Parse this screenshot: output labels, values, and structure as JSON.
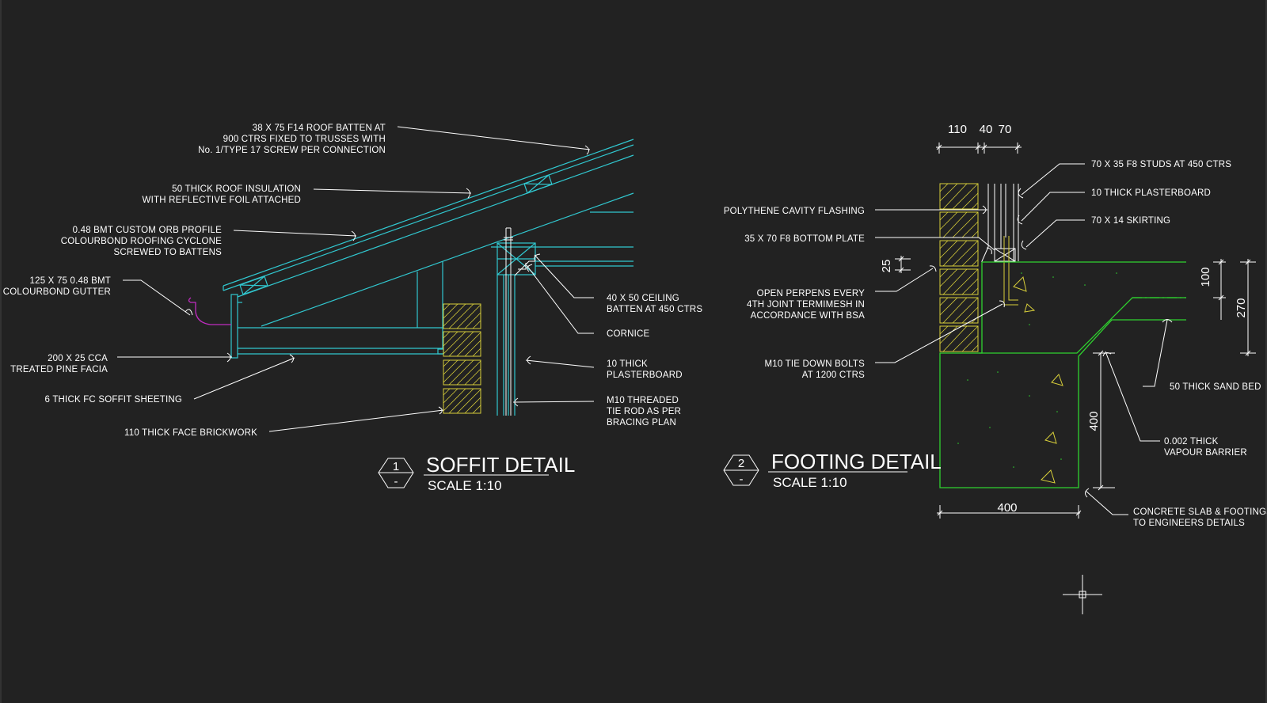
{
  "colors": {
    "background": "#222222",
    "timber": "#31c7cf",
    "concrete": "#2fd12f",
    "brick": "#d8cf3a",
    "gutter": "#c02cc0",
    "text": "#ffffff"
  },
  "soffit": {
    "title": "SOFFIT DETAIL",
    "scale": "SCALE 1:10",
    "number": "1",
    "sheet": "-",
    "labels": {
      "roof_batten": [
        "38 X 75 F14 ROOF BATTEN AT",
        "900 CTRS FIXED TO TRUSSES WITH",
        "No. 1/TYPE 17 SCREW PER CONNECTION"
      ],
      "insulation": [
        "50 THICK ROOF INSULATION",
        "WITH  REFLECTIVE FOIL ATTACHED"
      ],
      "roofing": [
        "0.48 BMT CUSTOM ORB PROFILE",
        "COLOURBOND ROOFING CYCLONE",
        "SCREWED TO BATTENS"
      ],
      "gutter": [
        "125 X 75 0.48 BMT",
        "COLOURBOND GUTTER"
      ],
      "facia": [
        "200 X 25 CCA",
        "TREATED PINE FACIA"
      ],
      "soffit_sheeting": [
        "6 THICK FC SOFFIT SHEETING"
      ],
      "brickwork": [
        "110 THICK FACE BRICKWORK"
      ],
      "ceiling_batten": [
        "40 X 50 CEILING",
        "BATTEN AT 450 CTRS"
      ],
      "cornice": [
        "CORNICE"
      ],
      "plasterboard": [
        "10 THICK",
        "PLASTERBOARD"
      ],
      "tie_rod": [
        "M10 THREADED",
        "TIE ROD AS PER",
        "BRACING PLAN"
      ]
    }
  },
  "footing": {
    "title": "FOOTING DETAIL",
    "scale": "SCALE 1:10",
    "number": "2",
    "sheet": "-",
    "dims": {
      "d110": "110",
      "d40": "40",
      "d70": "70",
      "d25": "25",
      "d100": "100",
      "d270": "270",
      "d400v": "400",
      "d400h": "400"
    },
    "labels": {
      "studs": [
        "70 X 35 F8 STUDS AT 450 CTRS"
      ],
      "plasterboard": [
        "10 THICK PLASTERBOARD"
      ],
      "skirting": [
        "70 X 14 SKIRTING"
      ],
      "flashing": [
        "POLYTHENE CAVITY FLASHING"
      ],
      "bottom_plate": [
        "35 X 70 F8 BOTTOM PLATE"
      ],
      "perpends": [
        "OPEN PERPENS EVERY",
        "4TH JOINT TERMIMESH IN",
        "ACCORDANCE WITH BSA"
      ],
      "tie_down": [
        "M10 TIE DOWN BOLTS",
        "AT 1200 CTRS"
      ],
      "sand_bed": [
        "50 THICK SAND BED"
      ],
      "vapour": [
        "0.002 THICK",
        "VAPOUR BARRIER"
      ],
      "concrete": [
        "CONCRETE SLAB & FOOTINGS",
        "TO ENGINEERS DETAILS"
      ]
    }
  }
}
